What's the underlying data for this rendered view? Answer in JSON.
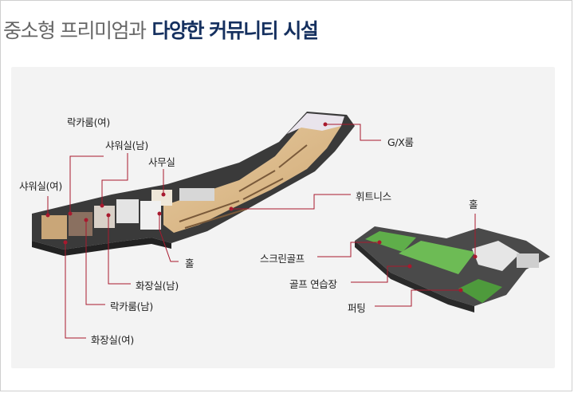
{
  "title": {
    "prefix": "중소형 프리미엄과",
    "highlight": "다양한 커뮤니티 시설"
  },
  "colors": {
    "title_prefix": "#666666",
    "title_highlight": "#15305f",
    "leader_line": "#a8192e",
    "marker_dot": "#a8192e",
    "wood_floor": "#d9b888",
    "green_turf": "#5fae4a"
  },
  "labels": {
    "locker_women": "락카룸(여)",
    "shower_men": "샤워실(남)",
    "office": "사무실",
    "shower_women": "샤워실(여)",
    "gx_room": "G/X룸",
    "fitness": "휘트니스",
    "hall_right": "홀",
    "hall_left": "홀",
    "screen_golf": "스크린골프",
    "golf_practice": "골프 연습장",
    "putting": "퍼팅",
    "restroom_men": "화장실(남)",
    "locker_men": "락카룸(남)",
    "restroom_women": "화장실(여)"
  }
}
